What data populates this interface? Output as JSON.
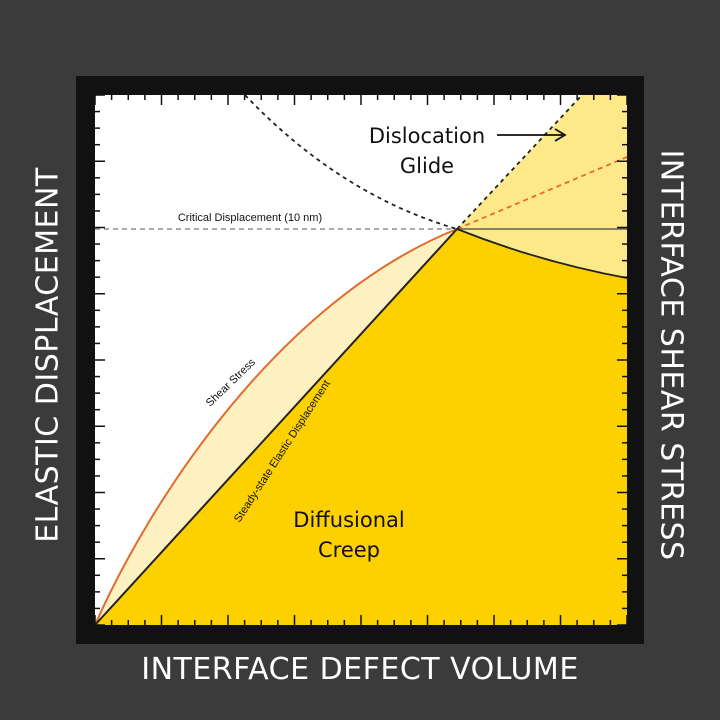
{
  "axes": {
    "x_label": "INTERFACE DEFECT VOLUME",
    "y_left_label": "ELASTIC DISPLACEMENT",
    "y_right_label": "INTERFACE SHEAR STRESS"
  },
  "regions": {
    "dislocation_glide": [
      "Dislocation",
      "Glide"
    ],
    "diffusional_creep": [
      "Diffusional",
      "Creep"
    ]
  },
  "curve_labels": {
    "critical_displacement": "Critical Displacement (10 nm)",
    "shear_stress": "Shear Stress",
    "steady_state": "Steady-state Elastic Displacement"
  },
  "colors": {
    "background": "#3b3b3b",
    "frame": "#111111",
    "plot_bg": "#ffffff",
    "creep_fill": "#fdd000",
    "light_yellow": "#fde98a",
    "pale_yellow": "#fdf1c2",
    "shear_curve": "#e36a2c",
    "line": "#222222"
  }
}
